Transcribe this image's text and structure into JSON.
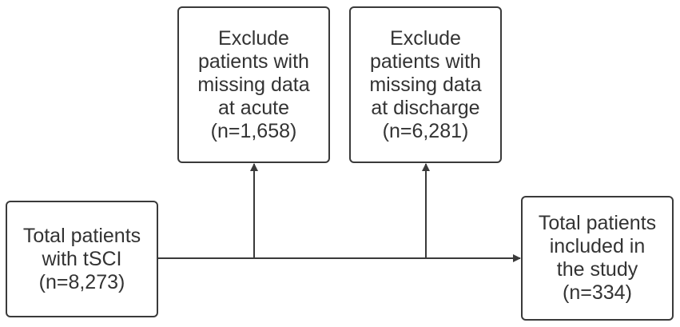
{
  "colors": {
    "line": "#3a3a3a",
    "text": "#333333",
    "background": "#ffffff"
  },
  "flowchart": {
    "start": {
      "text": "Total patients\nwith tSCI\n(n=8,273)"
    },
    "exclusions": [
      {
        "text": "Exclude\npatients with\nmissing data\nat acute\n(n=1,658)"
      },
      {
        "text": "Exclude\npatients with\nmissing data\nat discharge\n(n=6,281)"
      }
    ],
    "end": {
      "text": "Total patients\nincluded in\nthe study\n(n=334)"
    }
  }
}
